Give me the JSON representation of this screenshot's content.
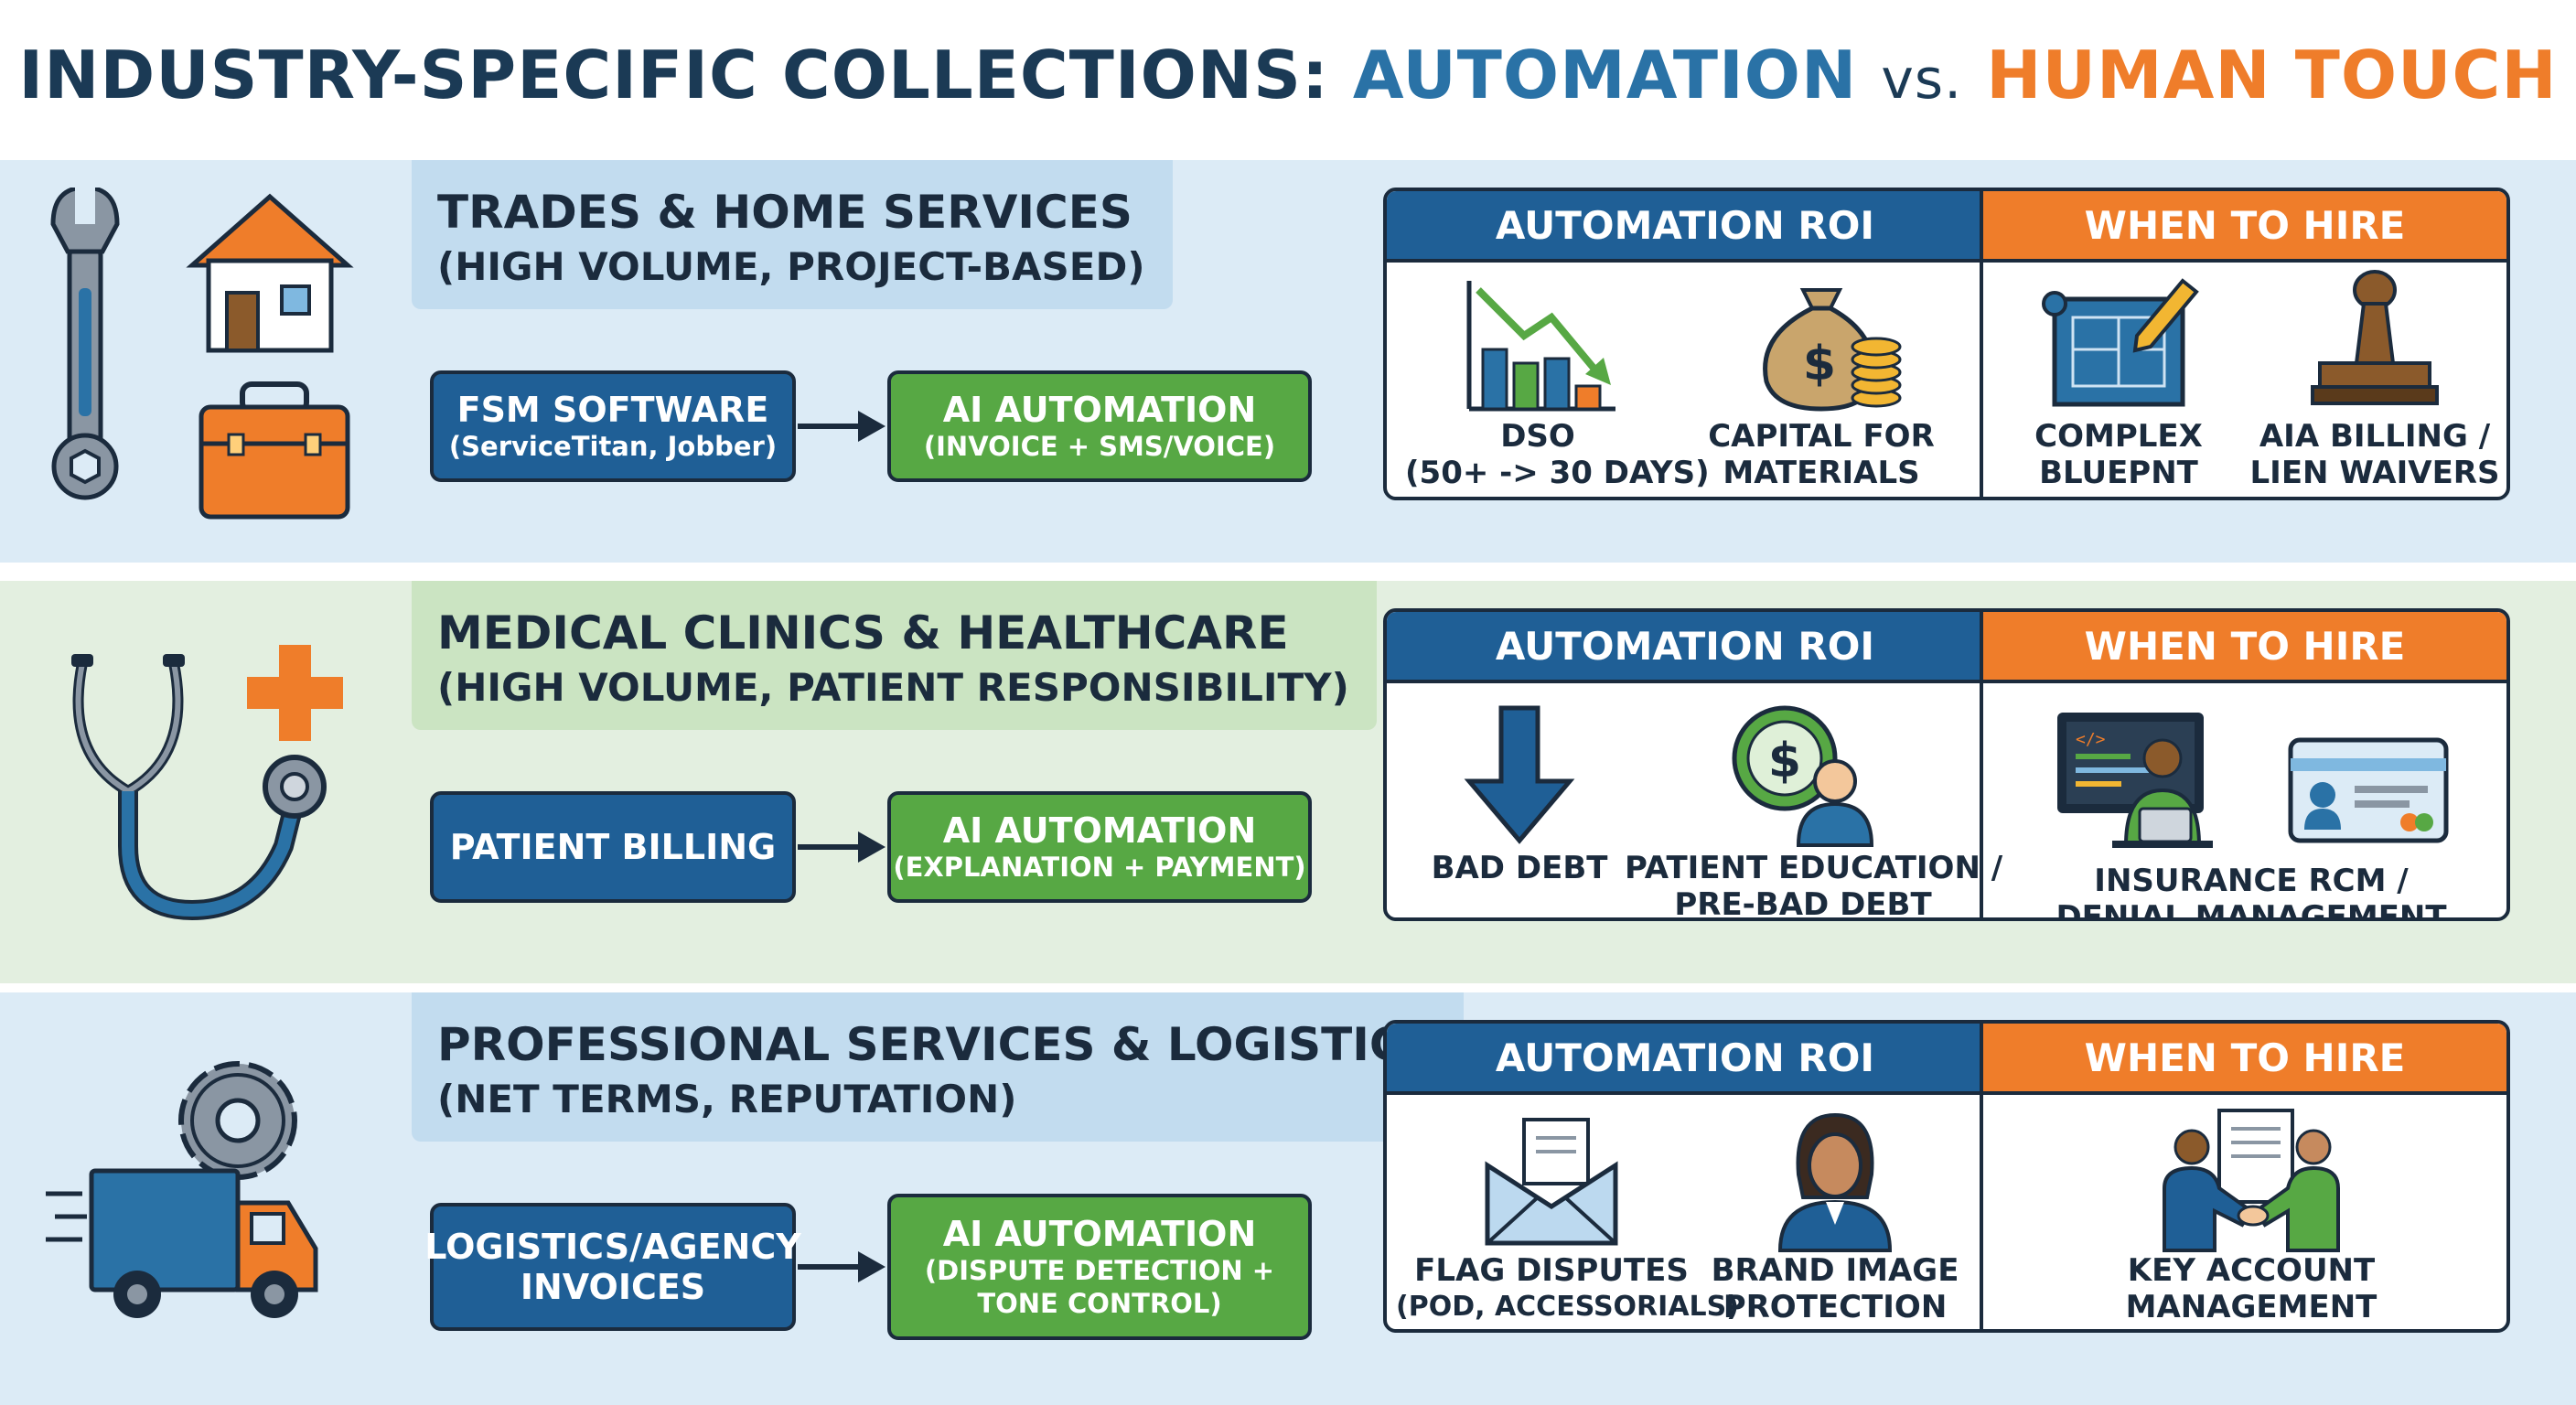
{
  "title": {
    "part1": "INDUSTRY-SPECIFIC COLLECTIONS:",
    "part2": "AUTOMATION",
    "vs": "vs.",
    "part3": "HUMAN TOUCH"
  },
  "colors": {
    "blue": "#1f5f96",
    "green": "#57a844",
    "orange": "#ef7d2a",
    "dark": "#1b2b3d"
  },
  "sections": [
    {
      "title": "TRADES & HOME SERVICES",
      "subtitle": "(HIGH VOLUME, PROJECT-BASED)",
      "icons": [
        "wrench-icon",
        "house-icon",
        "toolbox-icon"
      ],
      "source": {
        "main": "FSM SOFTWARE",
        "sub": "(ServiceTitan, Jobber)"
      },
      "target": {
        "main": "AI AUTOMATION",
        "sub": "(INVOICE + SMS/VOICE)"
      },
      "roi_header": "AUTOMATION ROI",
      "hire_header": "WHEN TO HIRE",
      "roi": [
        {
          "icon": "declining-chart-icon",
          "line1": "DSO",
          "line2": "(50+ -> 30 DAYS)"
        },
        {
          "icon": "money-bag-icon",
          "line1": "CAPITAL FOR",
          "line2": "MATERIALS"
        }
      ],
      "hire": [
        {
          "icon": "blueprint-icon",
          "line1": "COMPLEX",
          "line2": "BLUEPNT"
        },
        {
          "icon": "stamp-icon",
          "line1": "AIA BILLING /",
          "line2": "LIEN WAIVERS"
        }
      ]
    },
    {
      "title": "MEDICAL CLINICS & HEALTHCARE",
      "subtitle": "(HIGH VOLUME, PATIENT RESPONSIBILITY)",
      "icons": [
        "stethoscope-icon",
        "medical-cross-icon"
      ],
      "source": {
        "main": "PATIENT BILLING",
        "sub": ""
      },
      "target": {
        "main": "AI AUTOMATION",
        "sub": "(EXPLANATION + PAYMENT)"
      },
      "roi_header": "AUTOMATION ROI",
      "hire_header": "WHEN TO HIRE",
      "roi": [
        {
          "icon": "down-arrow-icon",
          "line1": "BAD DEBT",
          "line2": ""
        },
        {
          "icon": "patient-coin-icon",
          "line1": "PATIENT EDUCATION /",
          "line2": "PRE-BAD DEBT"
        }
      ],
      "hire": [
        {
          "icon": "coder-workstation-icon",
          "line1": "INSURANCE RCM /",
          "line2": "DENIAL MANAGEMENT"
        }
      ],
      "hire_extra_icon": "insurance-card-icon"
    },
    {
      "title": "PROFESSIONAL SERVICES & LOGISTICS",
      "subtitle": "(NET TERMS, REPUTATION)",
      "icons": [
        "gear-icon",
        "delivery-truck-icon"
      ],
      "source": {
        "main": "LOGISTICS/AGENCY",
        "sub": "INVOICES"
      },
      "target": {
        "main": "AI AUTOMATION",
        "sub": "(DISPUTE DETECTION +",
        "sub2": "TONE CONTROL)"
      },
      "roi_header": "AUTOMATION ROI",
      "hire_header": "WHEN TO HIRE",
      "roi": [
        {
          "icon": "envelope-icon",
          "line1": "FLAG DISPUTES",
          "line2": "(POD, ACCESSORIALS)"
        },
        {
          "icon": "businesswoman-icon",
          "line1": "BRAND IMAGE",
          "line2": "PROTECTION"
        }
      ],
      "hire": [
        {
          "icon": "handshake-contract-icon",
          "line1": "KEY ACCOUNT",
          "line2": "MANAGEMENT"
        }
      ]
    }
  ]
}
